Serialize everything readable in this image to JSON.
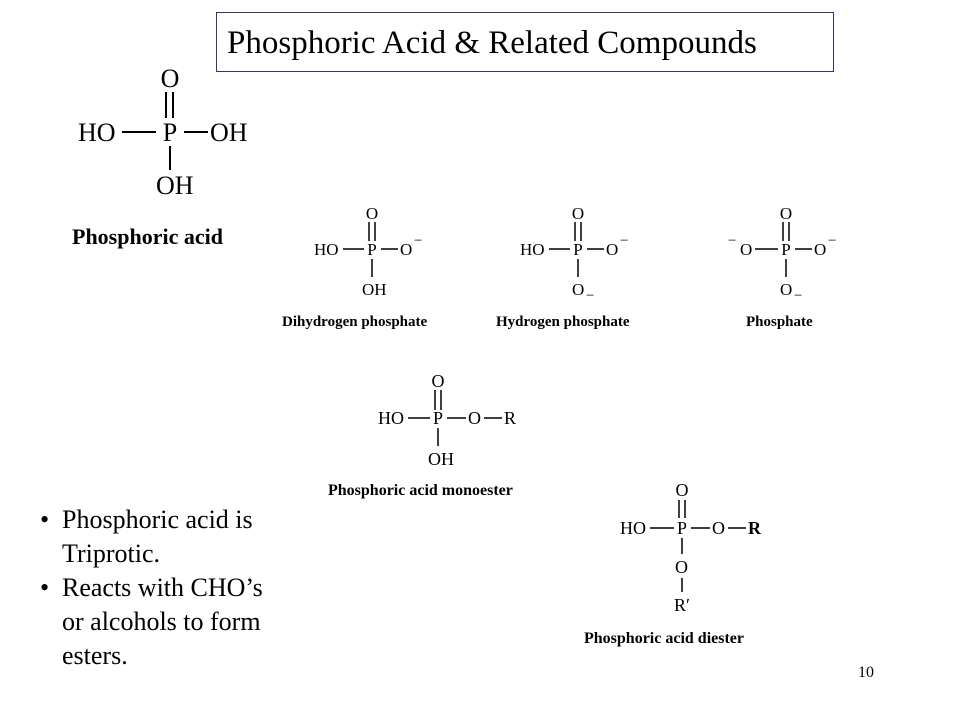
{
  "title": "Phosphoric Acid & Related Compounds",
  "page_number": "10",
  "structures": {
    "phosphoric_acid": {
      "caption": "Phosphoric acid",
      "atoms": {
        "top": "O",
        "left": "HO",
        "center": "P",
        "right": "OH",
        "bottom": "OH"
      }
    },
    "dihydrogen_phosphate": {
      "caption": "Dihydrogen phosphate",
      "atoms": {
        "top": "O",
        "left": "HO",
        "center": "P",
        "right": "O",
        "right_charge": "−",
        "bottom": "OH"
      }
    },
    "hydrogen_phosphate": {
      "caption": "Hydrogen phosphate",
      "atoms": {
        "top": "O",
        "left": "HO",
        "center": "P",
        "right": "O",
        "right_charge": "−",
        "bottom": "O",
        "bottom_charge": "−"
      }
    },
    "phosphate": {
      "caption": "Phosphate",
      "atoms": {
        "top": "O",
        "left": "O",
        "left_charge": "−",
        "center": "P",
        "right": "O",
        "right_charge": "−",
        "bottom": "O",
        "bottom_charge": "−"
      }
    },
    "monoester": {
      "caption": "Phosphoric acid monoester",
      "atoms": {
        "top": "O",
        "left": "HO",
        "center": "P",
        "o_link": "O",
        "group": "R",
        "bottom": "OH"
      }
    },
    "diester": {
      "caption": "Phosphoric acid diester",
      "atoms": {
        "top": "O",
        "left": "HO",
        "center": "P",
        "o_link": "O",
        "group": "R",
        "bottom": "O",
        "bottom_group": "R′"
      }
    }
  },
  "bullets": [
    {
      "line1": "Phosphoric acid is",
      "line2": "Triprotic."
    },
    {
      "line1": "Reacts with CHO’s",
      "line2": "or alcohols to form",
      "line3": "esters."
    }
  ]
}
